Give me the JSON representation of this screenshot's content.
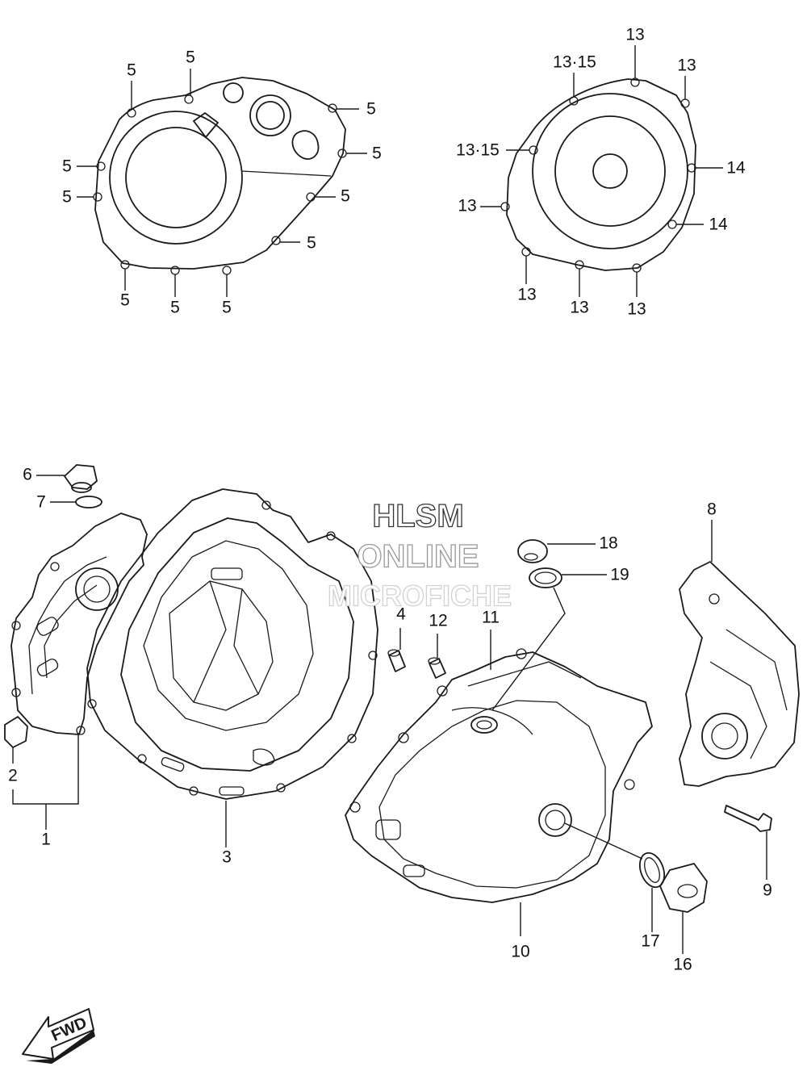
{
  "watermark": {
    "line1": "HLSM",
    "line2": "ONLINE",
    "line3": "MICROFICHE"
  },
  "fwd_label": "FWD",
  "callouts": {
    "c1": "1",
    "c2": "2",
    "c3": "3",
    "c4": "4",
    "c5": "5",
    "c6": "6",
    "c7": "7",
    "c8": "8",
    "c9": "9",
    "c10": "10",
    "c11": "11",
    "c12": "12",
    "c13": "13",
    "c13_15": "13·15",
    "c14": "14",
    "c16": "16",
    "c17": "17",
    "c18": "18",
    "c19": "19"
  }
}
